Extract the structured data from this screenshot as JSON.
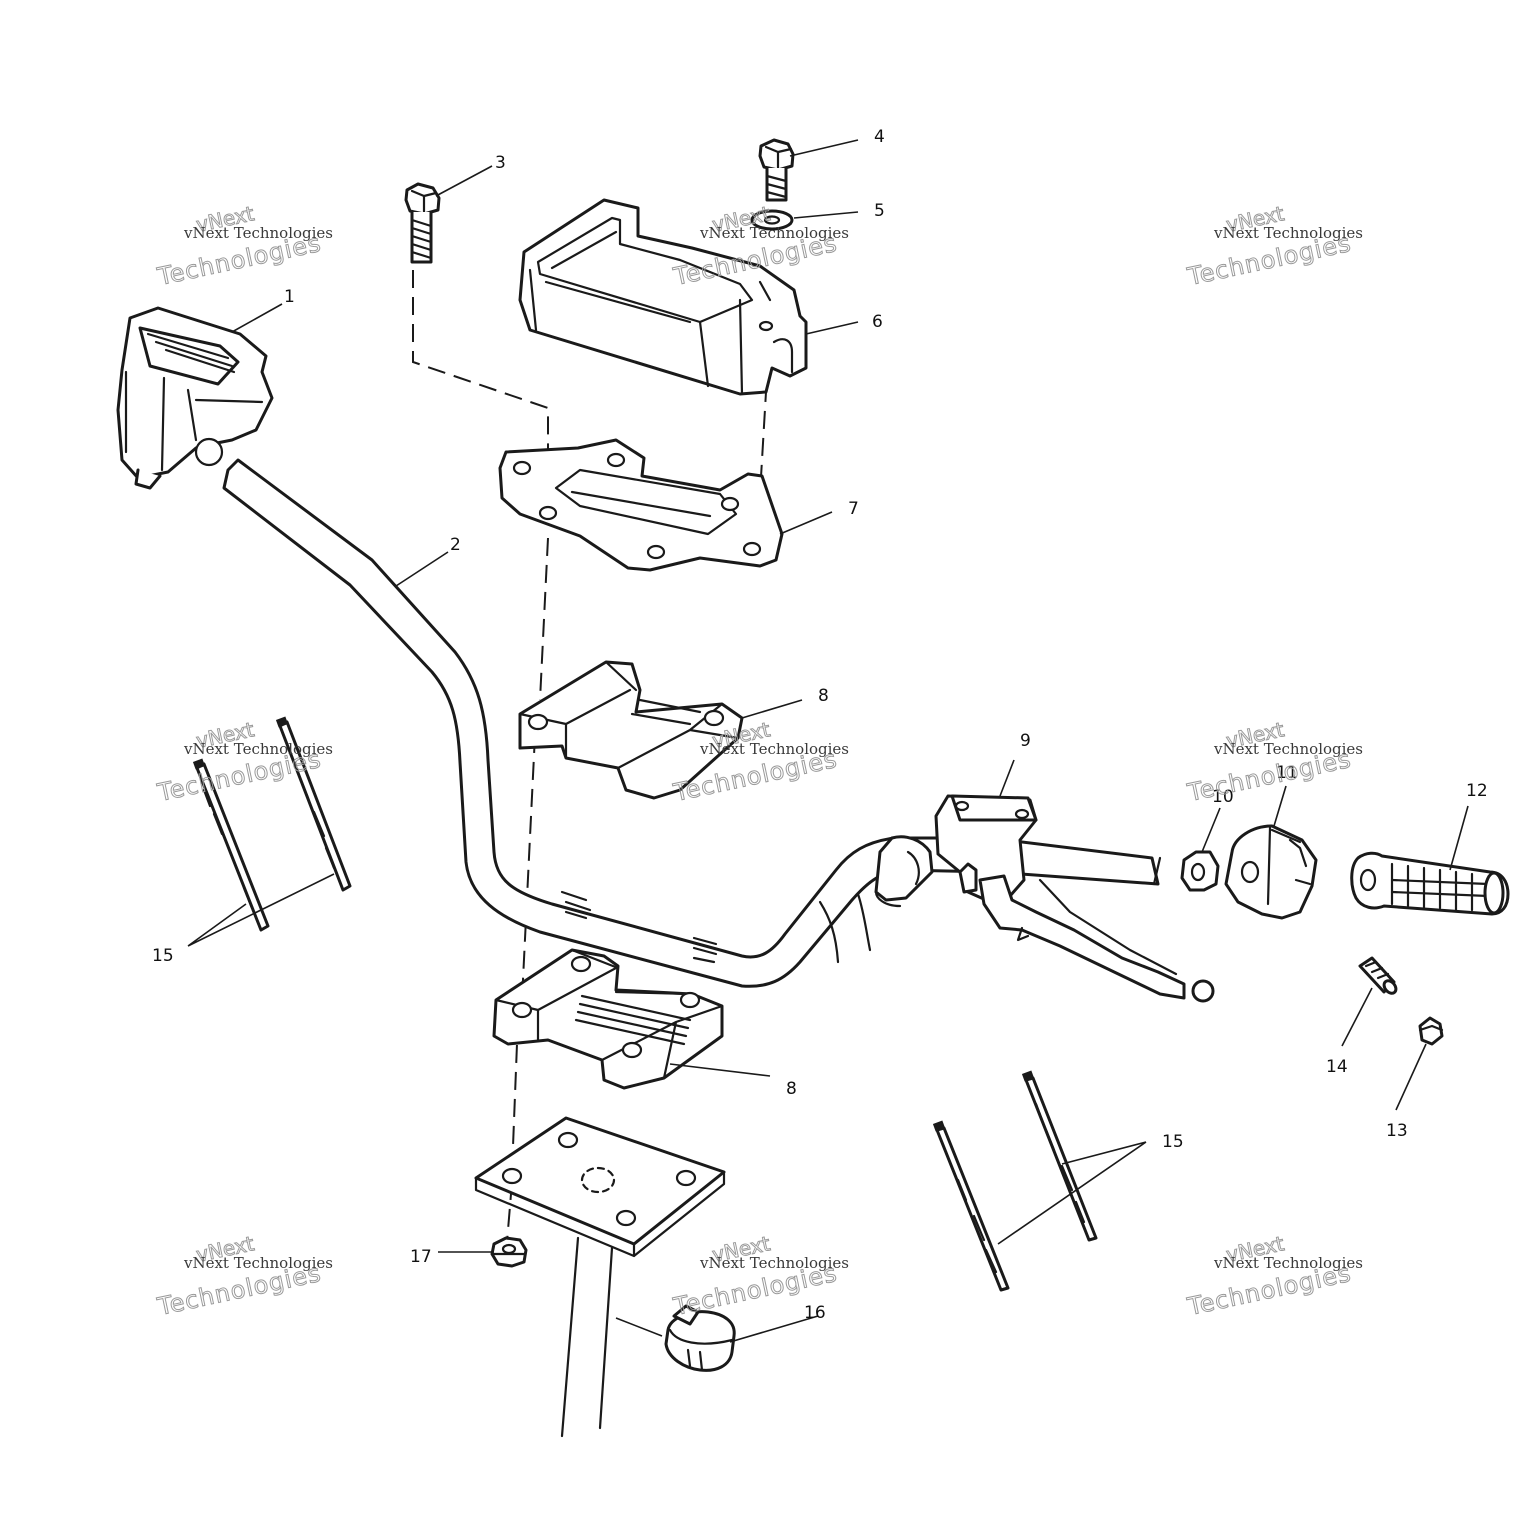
{
  "callouts": {
    "c1": "1",
    "c2": "2",
    "c3": "3",
    "c4": "4",
    "c5": "5",
    "c6": "6",
    "c7": "7",
    "c8a": "8",
    "c8b": "8",
    "c9": "9",
    "c10": "10",
    "c11": "11",
    "c12": "12",
    "c13": "13",
    "c14": "14",
    "c15a": "15",
    "c15b": "15",
    "c16": "16",
    "c17": "17"
  },
  "watermark": {
    "line_small": "vNext Technologies",
    "line_top": "vNext",
    "line_bottom": "Technologies"
  }
}
